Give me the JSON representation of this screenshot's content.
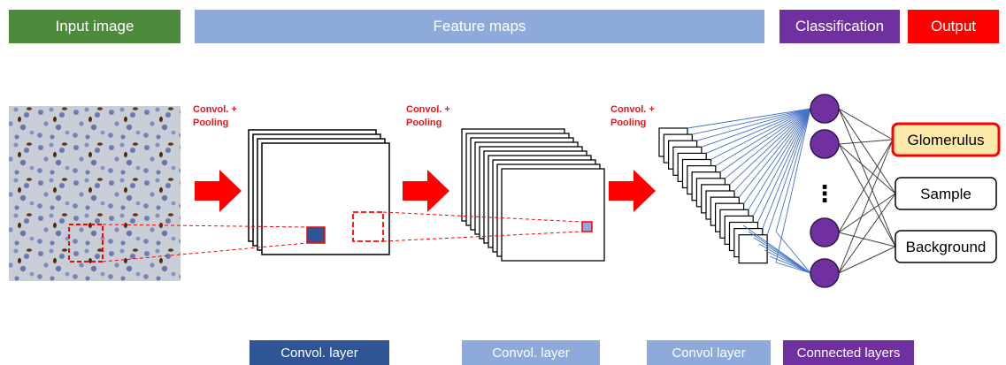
{
  "headers": {
    "input_image": "Input image",
    "feature_maps": "Feature maps",
    "classification": "Classification",
    "output": "Output"
  },
  "conv_step_label": {
    "line1": "Convol. +",
    "line2": "Pooling"
  },
  "outputs": [
    "Glomerulus",
    "Sample",
    "Background"
  ],
  "ellipsis": "⋮",
  "footer": {
    "layer1": "Convol. layer",
    "layer2": "Convol. layer",
    "layer3": "Convol layer",
    "connected": "Connected layers"
  },
  "colors": {
    "input_header": "#4d8a3b",
    "feature_header": "#8eaadb",
    "classification_header": "#7030a0",
    "output_header": "#ff0000",
    "arrow": "#ff0000",
    "neuron": "#7030a0",
    "highlight_fill": "#fde9a9",
    "highlight_border": "#ff0000",
    "layer1_footer": "#2f5597",
    "connection_lines": "#4472c4"
  }
}
